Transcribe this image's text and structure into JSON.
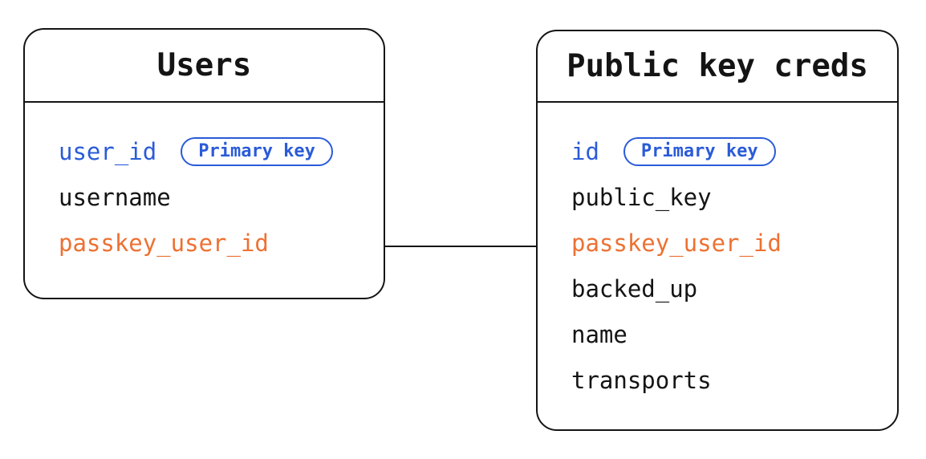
{
  "diagram": {
    "colors": {
      "blue": "#2a5bd8",
      "orange": "#ed7132",
      "ink": "#141414",
      "line": "#141414",
      "background": "#ffffff"
    },
    "tables": [
      {
        "title": "Users",
        "fields": [
          {
            "name": "user_id",
            "color": "blue",
            "badge": "Primary key"
          },
          {
            "name": "username",
            "color": "ink"
          },
          {
            "name": "passkey_user_id",
            "color": "orange"
          }
        ]
      },
      {
        "title": "Public key creds",
        "fields": [
          {
            "name": "id",
            "color": "blue",
            "badge": "Primary key"
          },
          {
            "name": "public_key",
            "color": "ink"
          },
          {
            "name": "passkey_user_id",
            "color": "orange"
          },
          {
            "name": "backed_up",
            "color": "ink"
          },
          {
            "name": "name",
            "color": "ink"
          },
          {
            "name": "transports",
            "color": "ink"
          }
        ]
      }
    ],
    "relationship": {
      "type": "line",
      "from": "Users.passkey_user_id",
      "to": "Public key creds.passkey_user_id"
    }
  }
}
